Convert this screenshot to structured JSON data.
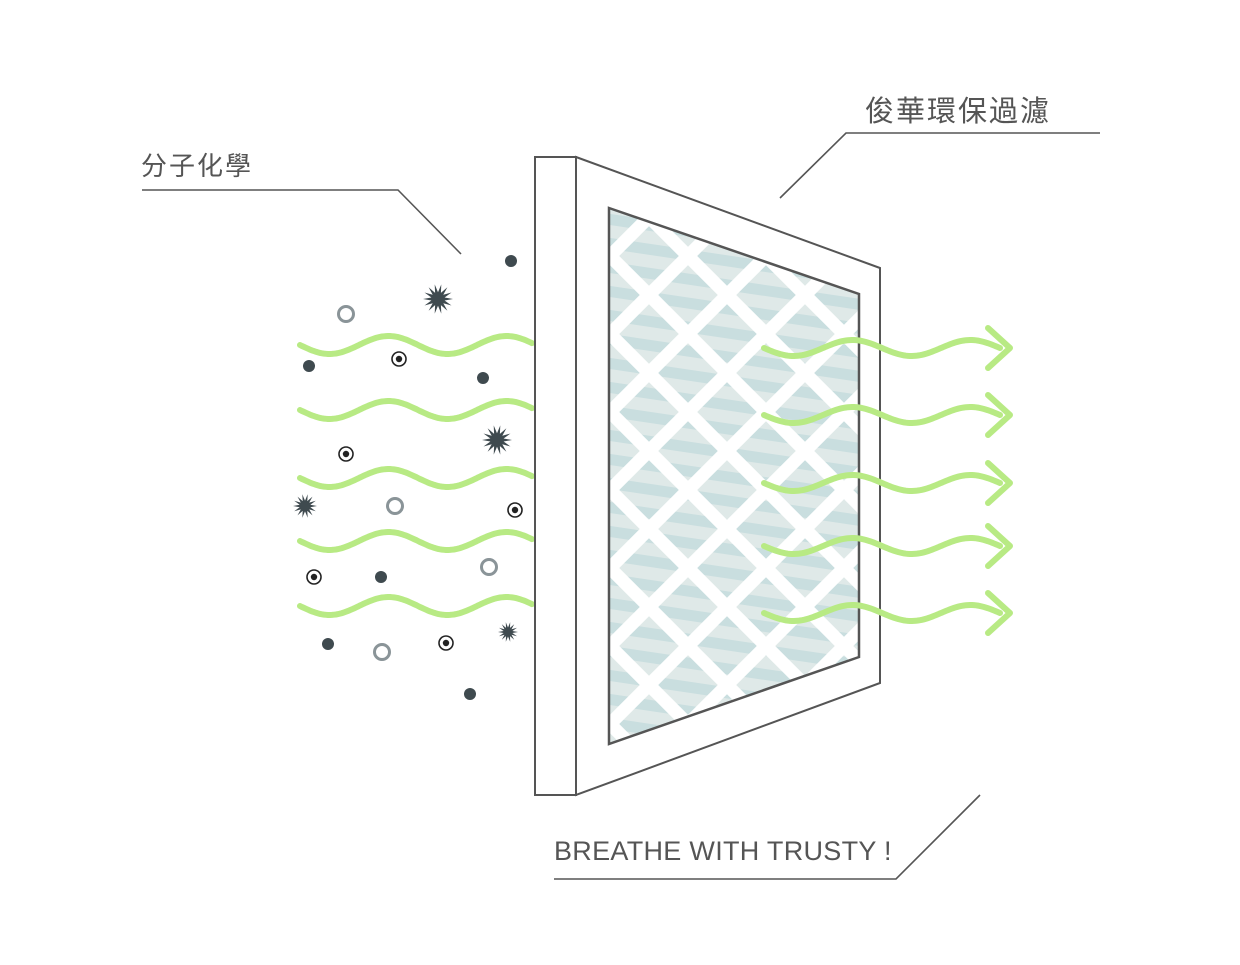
{
  "labels": {
    "left": "分子化學",
    "right": "俊華環保過濾",
    "bottom": "BREATHE WITH TRUSTY !"
  },
  "colors": {
    "airflow": "#b8ea84",
    "frame": "#555555",
    "filter_stripe": "#c9dedf",
    "filter_mesh": "#ffffff",
    "particle_dark": "#3f4a4f",
    "particle_ring": "#8a9498"
  },
  "icons": [
    "star-particle-icon",
    "dot-particle-icon",
    "ring-particle-icon",
    "target-particle-icon",
    "arrow-head-icon"
  ]
}
